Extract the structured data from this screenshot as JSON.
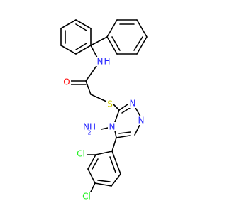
{
  "atoms": {
    "amide_n": {
      "label": "N",
      "color": "#2323ff"
    },
    "amide_h": {
      "label": "H",
      "color": "#2323ff"
    },
    "carbonyl_o": {
      "label": "O",
      "color": "#ff0d0d"
    },
    "thioether_s": {
      "label": "S",
      "color": "#cccc00"
    },
    "triazole_n2": {
      "label": "N",
      "color": "#2323ff"
    },
    "triazole_n1": {
      "label": "N",
      "color": "#2323ff"
    },
    "triazole_n4": {
      "label": "N",
      "color": "#2323ff"
    },
    "amino_n": {
      "label": "NH",
      "color": "#2323ff"
    },
    "amino_subscript": {
      "label": "2",
      "color": "#2323ff"
    },
    "chloro_1": {
      "label": "Cl",
      "color": "#1ff01f"
    },
    "chloro_2": {
      "label": "Cl",
      "color": "#1ff01f"
    }
  },
  "colors": {
    "carbon": "#000000",
    "nitrogen": "#2323ff",
    "oxygen": "#ff0d0d",
    "sulfur": "#cccc00",
    "chlorine": "#1ff01f",
    "background": "#ffffff"
  }
}
